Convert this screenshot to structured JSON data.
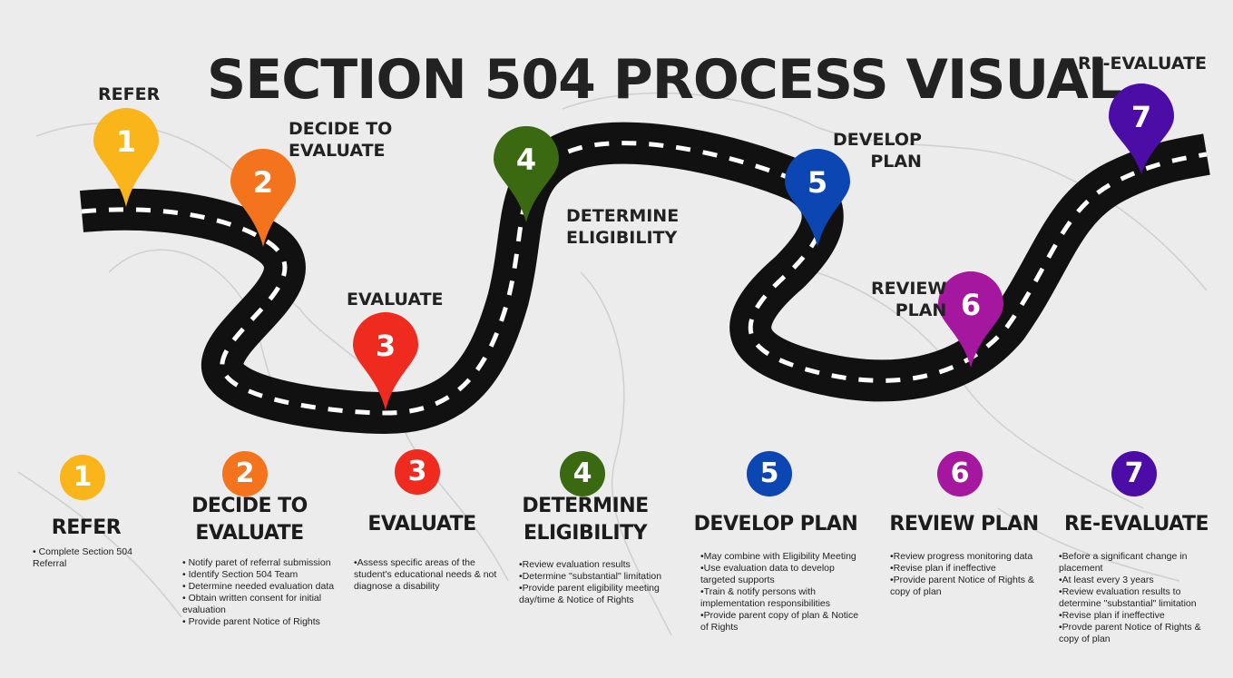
{
  "title": "SECTION 504 PROCESS VISUAL",
  "colors": {
    "step1": "#f9b51a",
    "step2": "#f4741d",
    "step3": "#ef2a1f",
    "step4": "#3a6912",
    "step5": "#0b46b3",
    "step6": "#a5179f",
    "step7": "#4c0ca6",
    "road": "#111111",
    "road_dash": "#ffffff"
  },
  "steps": [
    {
      "number": "1",
      "map_label": "REFER",
      "heading": "REFER",
      "bullets": [
        "• Complete Section 504 Referral"
      ]
    },
    {
      "number": "2",
      "map_label": "DECIDE TO\nEVALUATE",
      "heading": "DECIDE TO\nEVALUATE",
      "bullets": [
        "• Notify paret of referral submission",
        "• Identify Section 504 Team",
        "• Determine needed evaluation data",
        "• Obtain written consent for initial evaluation",
        "• Provide parent Notice of Rights"
      ]
    },
    {
      "number": "3",
      "map_label": "EVALUATE",
      "heading": "EVALUATE",
      "bullets": [
        "•Assess specific areas of the student's educational needs & not diagnose a disability"
      ]
    },
    {
      "number": "4",
      "map_label": "DETERMINE\nELIGIBILITY",
      "heading": "DETERMINE\nELIGIBILITY",
      "bullets": [
        "•Review evaluation results",
        "•Determine \"substantial\" limitation",
        "•Provide parent eligibility meeting day/time & Notice of Rights"
      ]
    },
    {
      "number": "5",
      "map_label": "DEVELOP\nPLAN",
      "heading": "DEVELOP PLAN",
      "bullets": [
        "•May combine with Eligibility Meeting",
        "•Use evaluation data to develop targeted supports",
        "•Train & notify persons with implementation responsibilities",
        "•Provide parent copy of plan & Notice of Rights"
      ]
    },
    {
      "number": "6",
      "map_label": "REVIEW\nPLAN",
      "heading": "REVIEW PLAN",
      "bullets": [
        "•Review progress monitoring data",
        "•Revise plan if ineffective",
        "•Provide parent Notice of Rights & copy of plan"
      ]
    },
    {
      "number": "7",
      "map_label": "RE-EVALUATE",
      "heading": "RE-EVALUATE",
      "bullets": [
        "•Before a significant change in placement",
        "•At least every 3 years",
        "•Review evaluation results to determine \"substantial\" limitation",
        "•Revise plan if ineffective",
        "•Provde parent Notice of Rights & copy of plan"
      ]
    }
  ]
}
